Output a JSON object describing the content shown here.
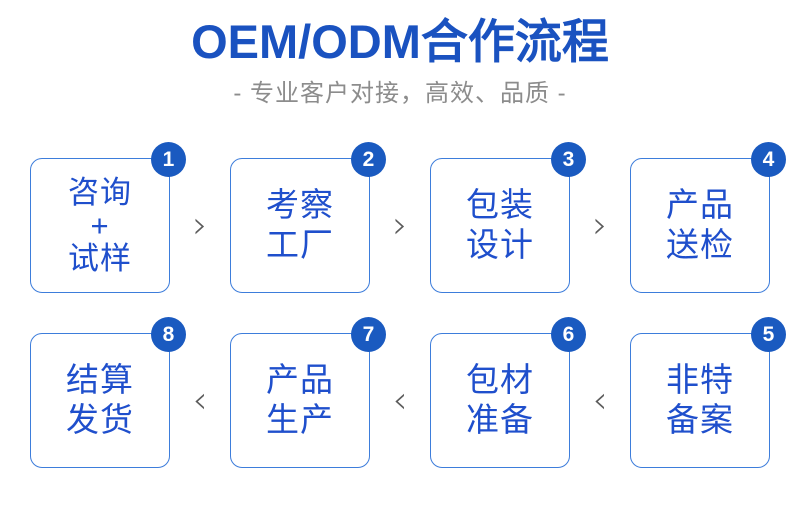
{
  "header": {
    "title": "OEM/ODM合作流程",
    "subtitle": "- 专业客户对接，高效、品质 -",
    "title_color": "#1a52c0",
    "subtitle_color": "#8c8c8c"
  },
  "theme": {
    "background": "#ffffff",
    "box_border": "#3d7ddb",
    "box_text": "#1f4fcc",
    "badge_fill": "#1a5ac0",
    "badge_text": "#ffffff",
    "chevron": "#5c5c5c"
  },
  "flow": {
    "rows": [
      {
        "direction": "left-to-right",
        "connector": "›",
        "steps": [
          {
            "badge": "1",
            "label": "咨询\n+\n试样",
            "lines": 3
          },
          {
            "badge": "2",
            "label": "考察\n工厂",
            "lines": 2
          },
          {
            "badge": "3",
            "label": "包装\n设计",
            "lines": 2
          },
          {
            "badge": "4",
            "label": "产品\n送检",
            "lines": 2
          }
        ]
      },
      {
        "direction": "right-to-left",
        "connector": "‹",
        "steps": [
          {
            "badge": "8",
            "label": "结算\n发货",
            "lines": 2
          },
          {
            "badge": "7",
            "label": "产品\n生产",
            "lines": 2
          },
          {
            "badge": "6",
            "label": "包材\n准备",
            "lines": 2
          },
          {
            "badge": "5",
            "label": "非特\n备案",
            "lines": 2
          }
        ]
      }
    ]
  }
}
